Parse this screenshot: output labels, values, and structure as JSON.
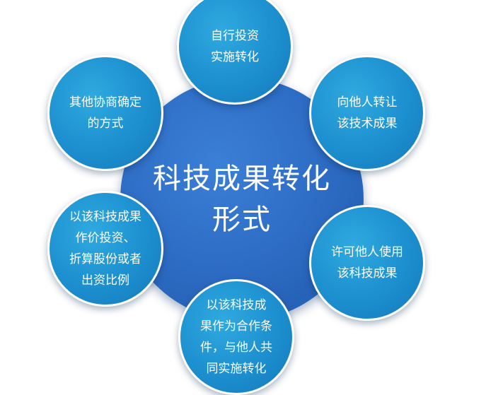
{
  "center": {
    "lines": [
      "科技成果转化",
      "形式"
    ]
  },
  "nodes": [
    {
      "id": "top",
      "lines": [
        "自行投资",
        "实施转化"
      ]
    },
    {
      "id": "top-right",
      "lines": [
        "向他人转让",
        "该技术成果"
      ]
    },
    {
      "id": "bottom-right",
      "lines": [
        "许可他人使用",
        "该科技成果"
      ]
    },
    {
      "id": "bottom",
      "lines": [
        "以该科技成",
        "果作为合作条",
        "件，与他人共",
        "同实施转化"
      ]
    },
    {
      "id": "bottom-left",
      "lines": [
        "以该科技成果",
        "作价投资、",
        "折算股份或者",
        "出资比例"
      ]
    },
    {
      "id": "top-left",
      "lines": [
        "其他协商确定",
        "的方式"
      ]
    }
  ],
  "colors": {
    "center": "#2d6cc4",
    "node": "#1c8fcf",
    "text": "#ffffff",
    "background": "#ffffff"
  }
}
